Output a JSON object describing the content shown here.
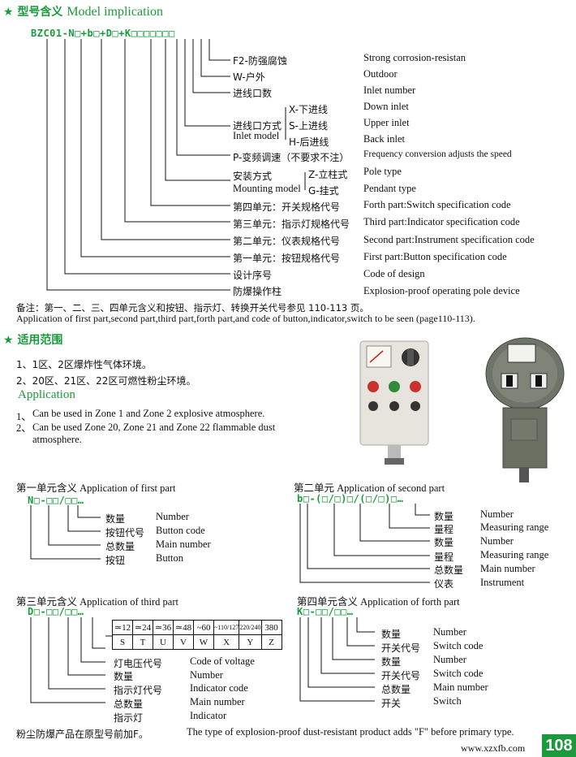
{
  "section1": {
    "title_zh": "型号含义",
    "title_en": "Model implication",
    "model_code": "BZC01-N□+b□+D□+K□□□□□□□",
    "rows": [
      {
        "zh": "F2-防强腐蚀",
        "en": "Strong corrosion-resistan"
      },
      {
        "zh": "W-户外",
        "en": "Outdoor"
      },
      {
        "zh": "进线口数",
        "en": "Inlet number"
      },
      {
        "zh": "X-下进线",
        "en": "Down inlet"
      },
      {
        "zh": "S-上进线",
        "en": "Upper inlet"
      },
      {
        "zh": "H-后进线",
        "en": "Back inlet"
      },
      {
        "zh": "P-变频调速（不要求不注）",
        "en": "Frequency conversion adjusts the speed"
      },
      {
        "zh": "Z-立柱式",
        "en": "Pole type"
      },
      {
        "zh": "G-挂式",
        "en": "Pendant type"
      },
      {
        "zh": "第四单元：开关规格代号",
        "en": "Forth part:Switch specification code"
      },
      {
        "zh": "第三单元：指示灯规格代号",
        "en": "Third part:Indicator specification code"
      },
      {
        "zh": "第二单元：仪表规格代号",
        "en": "Second part:Instrument specification code"
      },
      {
        "zh": "第一单元：按钮规格代号",
        "en": "First part:Button specification code"
      },
      {
        "zh": "设计序号",
        "en": "Code of design"
      },
      {
        "zh": "防爆操作柱",
        "en": "Explosion-proof operating pole device"
      }
    ],
    "inlet_mode_zh": "进线口方式",
    "inlet_mode_en": "Inlet model",
    "mount_zh": "安装方式",
    "mount_en": "Mounting model",
    "note_zh": "备注：第一、二、三、四单元含义和按钮、指示灯、转换开关代号参见 110-113 页。",
    "note_en": "Application of first part,second part,third part,forth part,and code of button,indicator,switch to be seen (page110-113)."
  },
  "section2": {
    "title_zh": "适用范围",
    "items_zh": [
      "1、1区、2区爆炸性气体环境。",
      "2、20区、21区、22区可燃性粉尘环境。"
    ],
    "title_en": "Application",
    "items_en": [
      {
        "num": "1、",
        "text": "Can be used in Zone 1 and Zone 2 explosive atmosphere."
      },
      {
        "num": "2、",
        "text": "Can be used Zone 20, Zone 21 and Zone 22 flammable dust atmosphere."
      }
    ]
  },
  "part1": {
    "title": "第一单元含义 Application of first part",
    "code": "N□-□□/□□…",
    "rows": [
      {
        "zh": "数量",
        "en": "Number"
      },
      {
        "zh": "按钮代号",
        "en": "Button code"
      },
      {
        "zh": "总数量",
        "en": "Main number"
      },
      {
        "zh": "按钮",
        "en": "Button"
      }
    ]
  },
  "part2": {
    "title": "第二单元 Application of second part",
    "code": "b□-(□/□)□/(□/□)□…",
    "rows": [
      {
        "zh": "数量",
        "en": "Number"
      },
      {
        "zh": "量程",
        "en": "Measuring range"
      },
      {
        "zh": "数量",
        "en": "Number"
      },
      {
        "zh": "量程",
        "en": "Measuring range"
      },
      {
        "zh": "总数量",
        "en": "Main number"
      },
      {
        "zh": "仪表",
        "en": "Instrument"
      }
    ]
  },
  "part3": {
    "title": "第三单元含义 Application of third part",
    "code": "D□-□□/□□…",
    "voltage_top": [
      "≃12",
      "≃24",
      "≃36",
      "≃48",
      "~60",
      "~110/127",
      "220/240",
      "380"
    ],
    "voltage_bottom": [
      "S",
      "T",
      "U",
      "V",
      "W",
      "X",
      "Y",
      "Z"
    ],
    "rows": [
      {
        "zh": "灯电压代号",
        "en": "Code of voltage"
      },
      {
        "zh": "数量",
        "en": "Number"
      },
      {
        "zh": "指示灯代号",
        "en": "Indicator code"
      },
      {
        "zh": "总数量",
        "en": "Main number"
      },
      {
        "zh": "指示灯",
        "en": "Indicator"
      }
    ]
  },
  "part4": {
    "title": "第四单元含义 Application of forth part",
    "code": "K□-□□/□□…",
    "rows": [
      {
        "zh": "数量",
        "en": "Number"
      },
      {
        "zh": "开关代号",
        "en": "Switch code"
      },
      {
        "zh": "数量",
        "en": "Number"
      },
      {
        "zh": "开关代号",
        "en": "Switch code"
      },
      {
        "zh": "总数量",
        "en": "Main number"
      },
      {
        "zh": "开关",
        "en": "Switch"
      }
    ]
  },
  "footer": {
    "note_zh": "粉尘防爆产品在原型号前加F。",
    "note_en": "The type of explosion-proof dust-resistant product adds \"F\" before primary type.",
    "website": "www.xzxfb.com",
    "page": "108"
  },
  "colors": {
    "accent": "#1a9a3c",
    "text": "#111111"
  }
}
